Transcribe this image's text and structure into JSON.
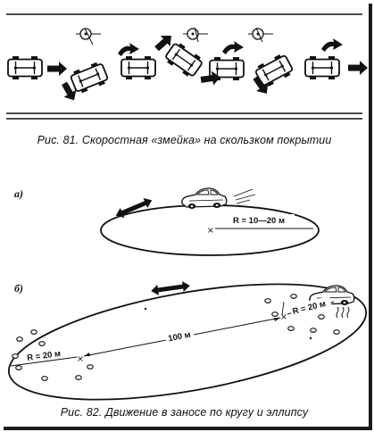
{
  "figure81": {
    "caption": "Рис. 81. Скоростная «змейка» на скользком покрытии"
  },
  "figure82": {
    "caption": "Рис. 82. Движение в заносе по кругу и эллипсу",
    "part_a": {
      "label": "а)",
      "radius_label": "R = 10—20 м"
    },
    "part_b": {
      "label": "б)",
      "left_radius_label": "R = 20 м",
      "right_radius_label": "R = 20 м",
      "distance_label": "100 м"
    }
  },
  "icons": {
    "car": "car-topview-icon",
    "car_side": "car-perspective-icon",
    "arrow": "direction-arrow-icon",
    "wheel": "steering-wheel-icon",
    "cone": "cone-marker-icon"
  }
}
